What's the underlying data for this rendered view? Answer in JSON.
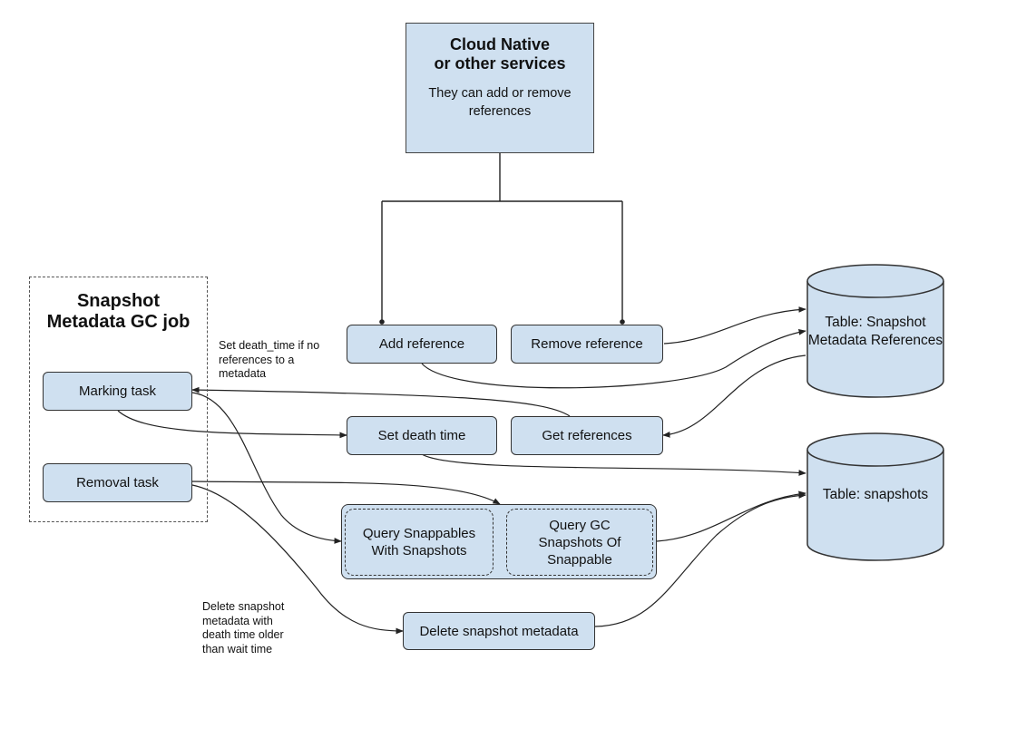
{
  "cloud": {
    "title_line1": "Cloud Native",
    "title_line2": "or other services",
    "description": "They can add or remove references"
  },
  "gc_job": {
    "title_line1": "Snapshot",
    "title_line2": "Metadata GC job",
    "marking_task": "Marking task",
    "removal_task": "Removal task"
  },
  "snapshot_service": {
    "title": "Snapshot Service",
    "add_reference": "Add reference",
    "remove_reference": "Remove reference",
    "set_death_time": "Set death time",
    "get_references": "Get references",
    "query_snappables": "Query Snappables With Snapshots",
    "query_gc_snapshots": "Query GC Snapshots Of Snappable",
    "delete_snapshot_metadata": "Delete snapshot metadata"
  },
  "database": {
    "title": "Database",
    "table_references": "Table: Snapshot Metadata References",
    "table_snapshots": "Table: snapshots"
  },
  "notes": {
    "set_death_time_note": "Set death_time if no references to a metadata",
    "delete_note": "Delete snapshot metadata with death time older than wait time"
  }
}
